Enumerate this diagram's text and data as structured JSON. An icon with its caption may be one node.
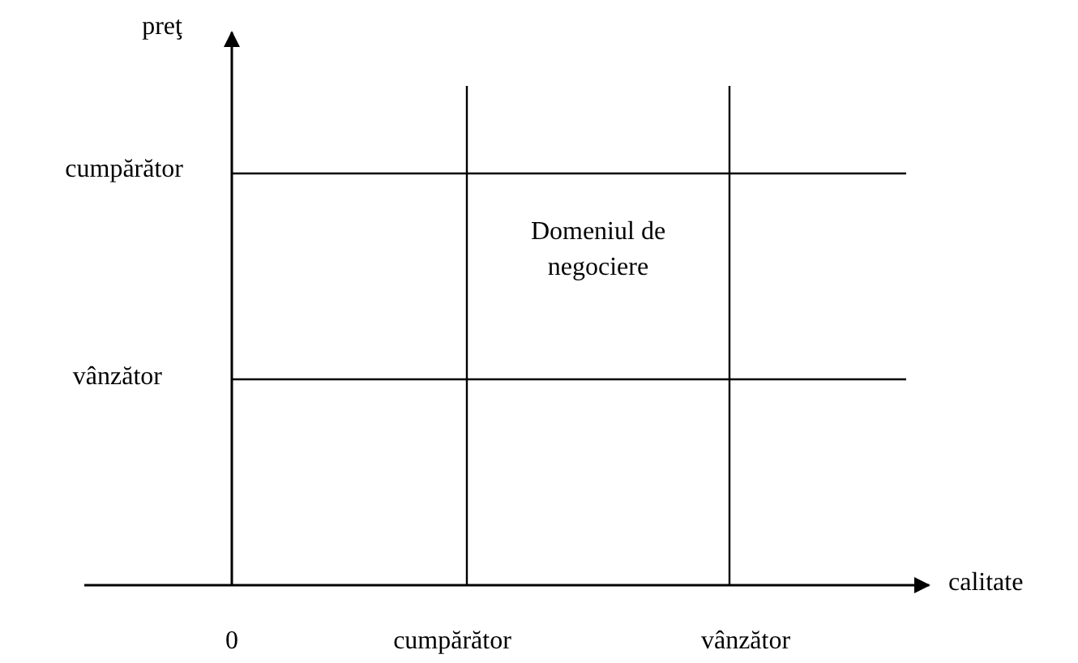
{
  "diagram": {
    "labels": [
      "preţ",
      "cumpărător",
      "Domeniul de negociere",
      "vânzător",
      "calitate",
      "0",
      "cumpărător",
      "vânzător"
    ]
  }
}
